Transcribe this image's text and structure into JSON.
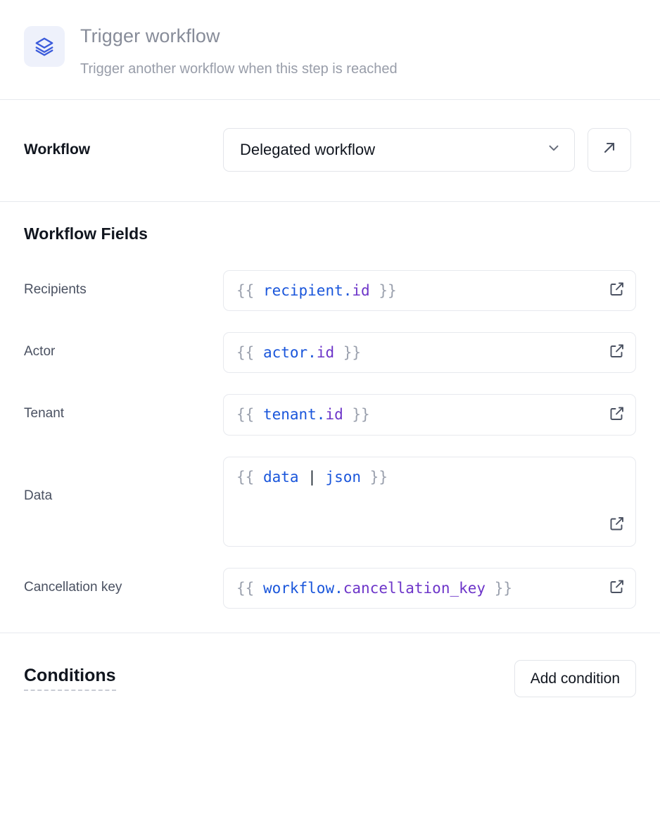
{
  "header": {
    "icon": "layers-stack-icon",
    "title": "Trigger workflow",
    "subtitle": "Trigger another workflow when this step is reached"
  },
  "workflow_section": {
    "label": "Workflow",
    "select": {
      "value": "Delegated workflow",
      "chevron": "chevron-down-icon"
    },
    "open_button_icon": "arrow-up-right-icon"
  },
  "fields_section": {
    "title": "Workflow Fields",
    "expand_icon": "external-link-icon",
    "fields": [
      {
        "label": "Recipients",
        "tall": false,
        "tokens": [
          {
            "t": "{{ ",
            "c": "br"
          },
          {
            "t": "recipient",
            "c": "obj"
          },
          {
            "t": ".",
            "c": "dot"
          },
          {
            "t": "id",
            "c": "prop"
          },
          {
            "t": " }}",
            "c": "br"
          }
        ]
      },
      {
        "label": "Actor",
        "tall": false,
        "tokens": [
          {
            "t": "{{ ",
            "c": "br"
          },
          {
            "t": "actor",
            "c": "obj"
          },
          {
            "t": ".",
            "c": "dot"
          },
          {
            "t": "id",
            "c": "prop"
          },
          {
            "t": " }}",
            "c": "br"
          }
        ]
      },
      {
        "label": "Tenant",
        "tall": false,
        "tokens": [
          {
            "t": "{{ ",
            "c": "br"
          },
          {
            "t": "tenant",
            "c": "obj"
          },
          {
            "t": ".",
            "c": "dot"
          },
          {
            "t": "id",
            "c": "prop"
          },
          {
            "t": " }}",
            "c": "br"
          }
        ]
      },
      {
        "label": "Data",
        "tall": true,
        "tokens": [
          {
            "t": "{{ ",
            "c": "br"
          },
          {
            "t": "data",
            "c": "obj"
          },
          {
            "t": " | ",
            "c": "pipe"
          },
          {
            "t": "json",
            "c": "filt"
          },
          {
            "t": " }}",
            "c": "br"
          }
        ]
      },
      {
        "label": "Cancellation key",
        "tall": false,
        "tokens": [
          {
            "t": "{{ ",
            "c": "br"
          },
          {
            "t": "workflow",
            "c": "obj"
          },
          {
            "t": ".",
            "c": "dot"
          },
          {
            "t": "cancellation_key",
            "c": "prop"
          },
          {
            "t": " }}",
            "c": "br"
          }
        ]
      }
    ]
  },
  "conditions_section": {
    "title": "Conditions",
    "add_button_label": "Add condition"
  },
  "colors": {
    "icon_accent": "#3b5bdb",
    "icon_bg": "#eef1fb",
    "object_token": "#1a56db",
    "property_token": "#6d35c9",
    "bracket_token": "#9aa0ad",
    "border": "#e7e9ee",
    "heading": "#11161f",
    "muted_text": "#878c99"
  }
}
